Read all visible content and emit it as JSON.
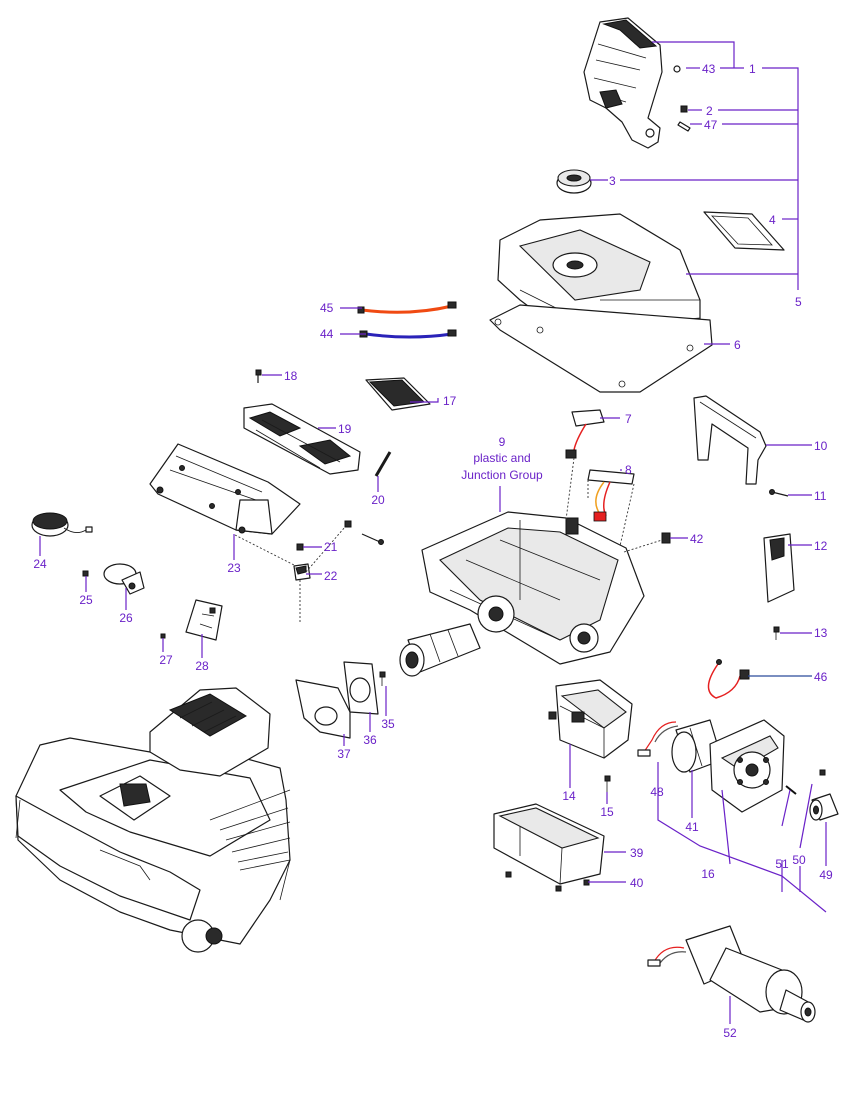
{
  "colors": {
    "label": "#6a22c8",
    "line": "#1a1a1a",
    "wire_orange": "#f04a12",
    "wire_blue": "#2a22b8",
    "wire_red": "#e52020",
    "leader_blue": "#2a4a9a"
  },
  "labels": {
    "p1": "1",
    "p2": "2",
    "p3": "3",
    "p4": "4",
    "p5": "5",
    "p6": "6",
    "p7": "7",
    "p8": "8",
    "p9_num": "9",
    "p9_line1": "plastic and",
    "p9_line2": "Junction Group",
    "p10": "10",
    "p11": "11",
    "p12": "12",
    "p13": "13",
    "p14": "14",
    "p15": "15",
    "p16": "16",
    "p17": "17",
    "p18": "18",
    "p19": "19",
    "p20": "20",
    "p21": "21",
    "p22": "22",
    "p23": "23",
    "p24": "24",
    "p25": "25",
    "p26": "26",
    "p27": "27",
    "p28": "28",
    "p35": "35",
    "p36": "36",
    "p37": "37",
    "p39": "39",
    "p40": "40",
    "p41": "41",
    "p42": "42",
    "p43": "43",
    "p44": "44",
    "p45": "45",
    "p46": "46",
    "p47": "47",
    "p48": "48",
    "p49": "49",
    "p50": "50",
    "p51": "51",
    "p52": "52"
  }
}
